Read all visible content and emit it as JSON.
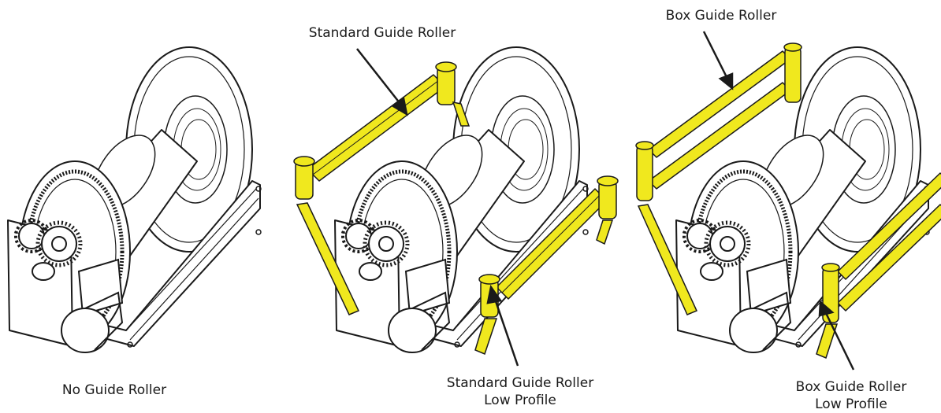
{
  "labels": {
    "no_guide_roller": "No Guide Roller",
    "standard_top": "Standard Guide Roller",
    "standard_low_line1": "Standard Guide Roller",
    "standard_low_line2": "Low Profile",
    "box_top": "Box Guide Roller",
    "box_low_line1": "Box Guide Roller",
    "box_low_line2": "Low Profile"
  },
  "colors": {
    "highlight": "#f0e81e",
    "line": "#1a1a1a"
  }
}
